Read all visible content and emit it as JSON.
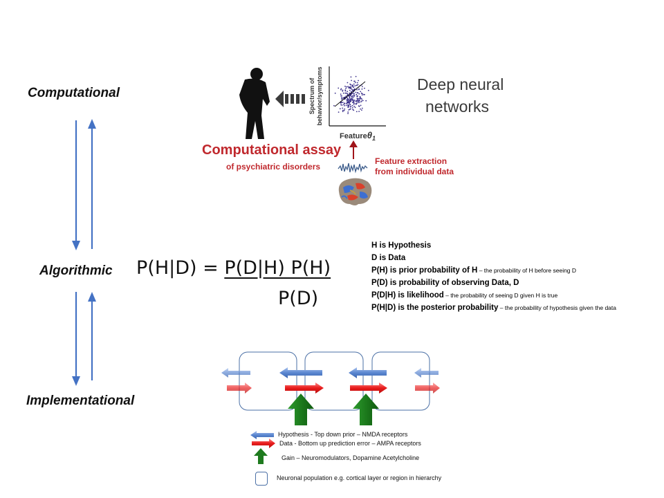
{
  "levels": {
    "computational": "Computational",
    "algorithmic": "Algorithmic",
    "implementational": "Implementational"
  },
  "top_figure": {
    "deep_networks_line1": "Deep neural",
    "deep_networks_line2": "networks",
    "assay_title": "Computational assay",
    "assay_subtitle": "of psychiatric disorders",
    "y_axis_label_line1": "Spectrum of",
    "y_axis_label_line2": "behavior/symptoms",
    "x_axis_label": "Feature",
    "x_axis_symbol": "θ",
    "x_axis_subscript": "1",
    "feature_text_line1": "Feature extraction",
    "feature_text_line2": "from individual data"
  },
  "formula": {
    "lhs": "P(H|D) = ",
    "numerator": "P(D|H) P(H)",
    "denominator": "P(D)"
  },
  "definitions": [
    {
      "main": "H is Hypothesis",
      "note": ""
    },
    {
      "main": "D is Data",
      "note": ""
    },
    {
      "main": "P(H)  is prior probability of H",
      "note": " – the probability of H before seeing D"
    },
    {
      "main": "P(D) is probability of observing Data, D",
      "note": ""
    },
    {
      "main": "P(D|H) is likelihood",
      "note": " – the probability of seeing D given H is true"
    },
    {
      "main": "P(H|D) is the posterior probability",
      "note": " –  the probability of hypothesis given the data"
    }
  ],
  "legend": {
    "hypothesis": "Hypothesis - Top down prior – NMDA receptors",
    "data": "Data - Bottom up prediction error – AMPA receptors",
    "gain": "Gain – Neuromodulators, Dopamine Acetylcholine",
    "population": "Neuronal population e.g. cortical layer or region in hierarchy"
  },
  "colors": {
    "blue_arrow": "#4f7fc6",
    "red_arrow": "#e01b1b",
    "green_arrow": "#1e7a1e",
    "assay_red": "#c0282d",
    "vertical_arrow": "#4472c4"
  }
}
